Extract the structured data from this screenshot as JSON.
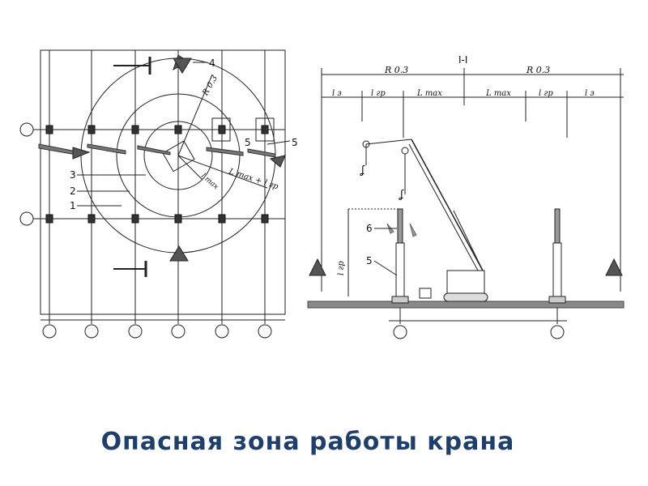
{
  "title": "Опасная зона работы крана",
  "plan": {
    "labels": {
      "n4": "4",
      "n5a": "5",
      "n5b": "5",
      "n3": "3",
      "n2": "2",
      "n1": "1",
      "r_dim": "R 0.3",
      "l_dim": "L max + l гр",
      "l_max_small": "l max"
    }
  },
  "section": {
    "title": "I-I",
    "dims_top": {
      "left": "R 0.3",
      "right": "R 0.3"
    },
    "dims": [
      "l з",
      "l гр",
      "L max",
      "L max",
      "l гр",
      "l з"
    ],
    "labels": {
      "n6": "6",
      "n5": "5",
      "lgr": "l гр"
    }
  },
  "colors": {
    "title": "#1f3f6b",
    "line": "#222222",
    "ground": "#555555"
  }
}
